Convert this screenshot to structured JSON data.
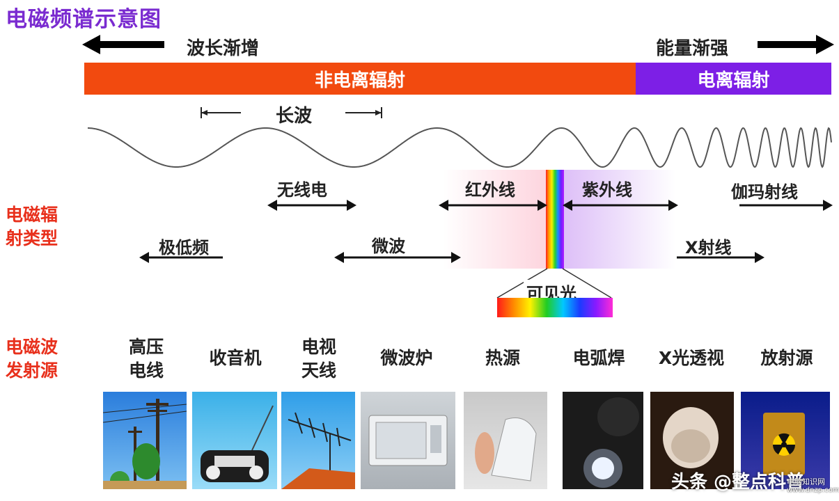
{
  "title": "电磁频谱示意图",
  "direction": {
    "left_label": "波长渐增",
    "right_label": "能量渐强"
  },
  "bands": {
    "non_ionizing": "非电离辐射",
    "ionizing": "电离辐射",
    "non_ionizing_color": "#f24a0f",
    "ionizing_color": "#7d1fe6"
  },
  "wave": {
    "long_wave_label": "长波"
  },
  "side_labels": {
    "radiation_types": [
      "电磁辐",
      "射类型"
    ],
    "sources": [
      "电磁波",
      "发射源"
    ]
  },
  "radiation_types": {
    "radio": "无线电",
    "infrared": "红外线",
    "ultraviolet": "紫外线",
    "gamma": "伽玛射线",
    "elf": "极低频",
    "microwave": "微波",
    "xray": "X射线",
    "visible": "可见光"
  },
  "sources": [
    {
      "label": [
        "高压",
        "电线"
      ],
      "icon": "power-line-icon"
    },
    {
      "label": [
        "收音机"
      ],
      "icon": "radio-icon"
    },
    {
      "label": [
        "电视",
        "天线"
      ],
      "icon": "tv-antenna-icon"
    },
    {
      "label": [
        "微波炉"
      ],
      "icon": "microwave-oven-icon"
    },
    {
      "label": [
        "热源"
      ],
      "icon": "iron-heat-icon"
    },
    {
      "label": [
        "电弧焊"
      ],
      "icon": "arc-welding-icon"
    },
    {
      "label": [
        "X光透视"
      ],
      "icon": "xray-skull-icon"
    },
    {
      "label": [
        "放射源"
      ],
      "icon": "radioactive-icon"
    }
  ],
  "watermark": {
    "main": "头条 @整点科普",
    "site": "电脑知识网",
    "url": "www.dnzp.com"
  }
}
